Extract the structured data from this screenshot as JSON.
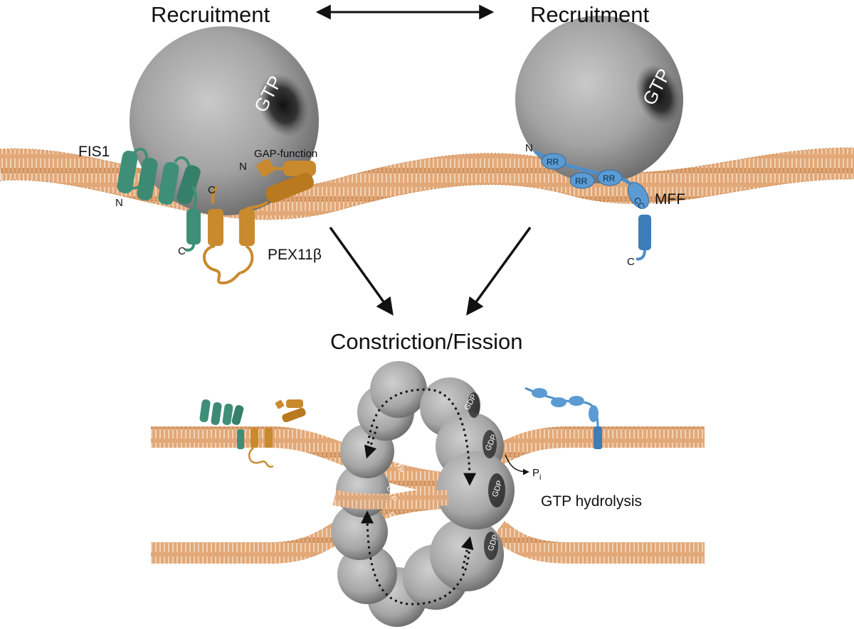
{
  "header": {
    "left_title": "Recruitment",
    "right_title": "Recruitment",
    "center_title": "Constriction/Fission"
  },
  "labels": {
    "gtp_left": "GTP",
    "gtp_right": "GTP",
    "fis1": "FIS1",
    "gap_function": "GAP-function",
    "pex11b": "PEX11β",
    "mff": "MFF",
    "n_terminus": "N",
    "c_terminus": "C",
    "rr": "RR",
    "cc": "CC",
    "gdp": "GDP",
    "gtp_small": "GTP",
    "pi": "P",
    "pi_sub": "i",
    "gtp_hydrolysis": "GTP hydrolysis"
  },
  "colors": {
    "membrane": "#e0a574",
    "membrane_stripe": "#f4d8bb",
    "fis1": "#3f8f78",
    "pex11b": "#c98a2e",
    "mff": "#4d8fc9",
    "sphere": "#a8a8a8",
    "arrow": "#111111"
  }
}
